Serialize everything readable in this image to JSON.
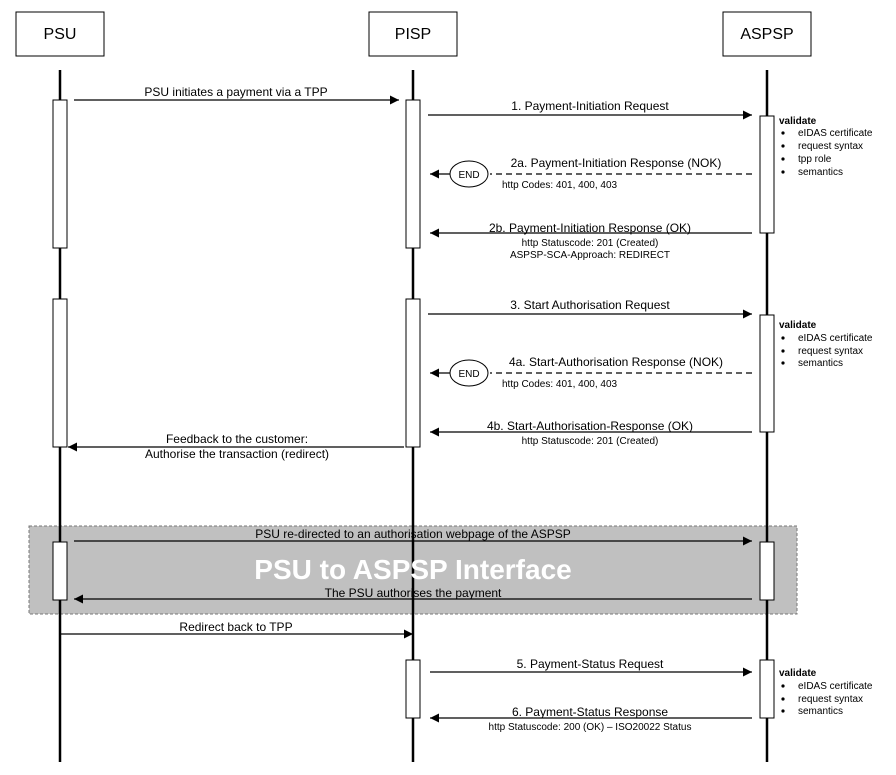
{
  "actors": {
    "psu": "PSU",
    "pisp": "PISP",
    "aspsp": "ASPSP"
  },
  "messages": {
    "m_psu_init": "PSU initiates a payment via a TPP",
    "m1": "1. Payment-Initiation Request",
    "m2a": "2a. Payment-Initiation Response (NOK)",
    "m2a_sub": "http Codes: 401, 400, 403",
    "m2b": "2b. Payment-Initiation Response (OK)",
    "m2b_sub1": "http Statuscode: 201 (Created)",
    "m2b_sub2": "ASPSP-SCA-Approach: REDIRECT",
    "m3": "3. Start Authorisation Request",
    "m4a": "4a. Start-Authorisation Response (NOK)",
    "m4a_sub": "http Codes: 401, 400, 403",
    "m4b": "4b. Start-Authorisation-Response (OK)",
    "m4b_sub": "http Statuscode: 201 (Created)",
    "m_feedback1": "Feedback to the customer:",
    "m_feedback2": "Authorise the transaction (redirect)",
    "m_redirected": "PSU re-directed to an authorisation webpage of the ASPSP",
    "m_authorises": "The PSU authorises the payment",
    "m_back": "Redirect back to TPP",
    "m5": "5. Payment-Status Request",
    "m6": "6. Payment-Status Response",
    "m6_sub": "http Statuscode: 200 (OK) – ISO20022 Status"
  },
  "end_label": "END",
  "interface_label": "PSU to ASPSP Interface",
  "validate": {
    "title": "validate",
    "block1": [
      "eIDAS certificate",
      "request syntax",
      "tpp role",
      "semantics"
    ],
    "block2": [
      "eIDAS certificate",
      "request syntax",
      "semantics"
    ],
    "block3": [
      "eIDAS certificate",
      "request syntax",
      "semantics"
    ]
  },
  "colors": {
    "interface_box": "#c0c0c0",
    "line": "#000000"
  }
}
